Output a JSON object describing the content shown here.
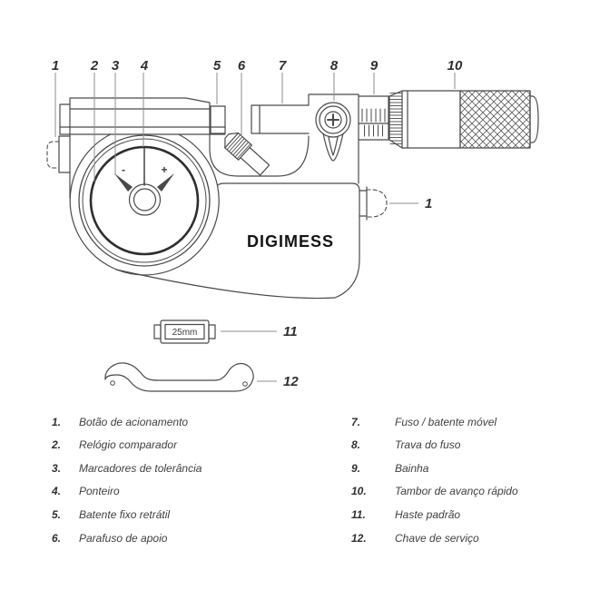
{
  "diagram": {
    "brand_label": "DIGIMESS",
    "rod_size_label": "25mm",
    "dial_minus": "-",
    "dial_plus": "+",
    "callouts_top": [
      "1",
      "2",
      "3",
      "4",
      "5",
      "6",
      "7",
      "8",
      "9",
      "10"
    ],
    "callout_side": "1",
    "callout_rod": "11",
    "callout_wrench": "12"
  },
  "legend": {
    "left": [
      {
        "num": "1.",
        "label": "Botão de acionamento"
      },
      {
        "num": "2.",
        "label": "Relógio comparador"
      },
      {
        "num": "3.",
        "label": "Marcadores de tolerância"
      },
      {
        "num": "4.",
        "label": "Ponteiro"
      },
      {
        "num": "5.",
        "label": "Batente fixo retrátil"
      },
      {
        "num": "6.",
        "label": "Parafuso de apoio"
      }
    ],
    "right": [
      {
        "num": "7.",
        "label": "Fuso / batente móvel"
      },
      {
        "num": "8.",
        "label": "Trava do fuso"
      },
      {
        "num": "9.",
        "label": "Bainha"
      },
      {
        "num": "10.",
        "label": "Tambor de avanço rápido"
      },
      {
        "num": "11.",
        "label": "Haste padrão"
      },
      {
        "num": "12.",
        "label": "Chave de serviço"
      }
    ]
  }
}
